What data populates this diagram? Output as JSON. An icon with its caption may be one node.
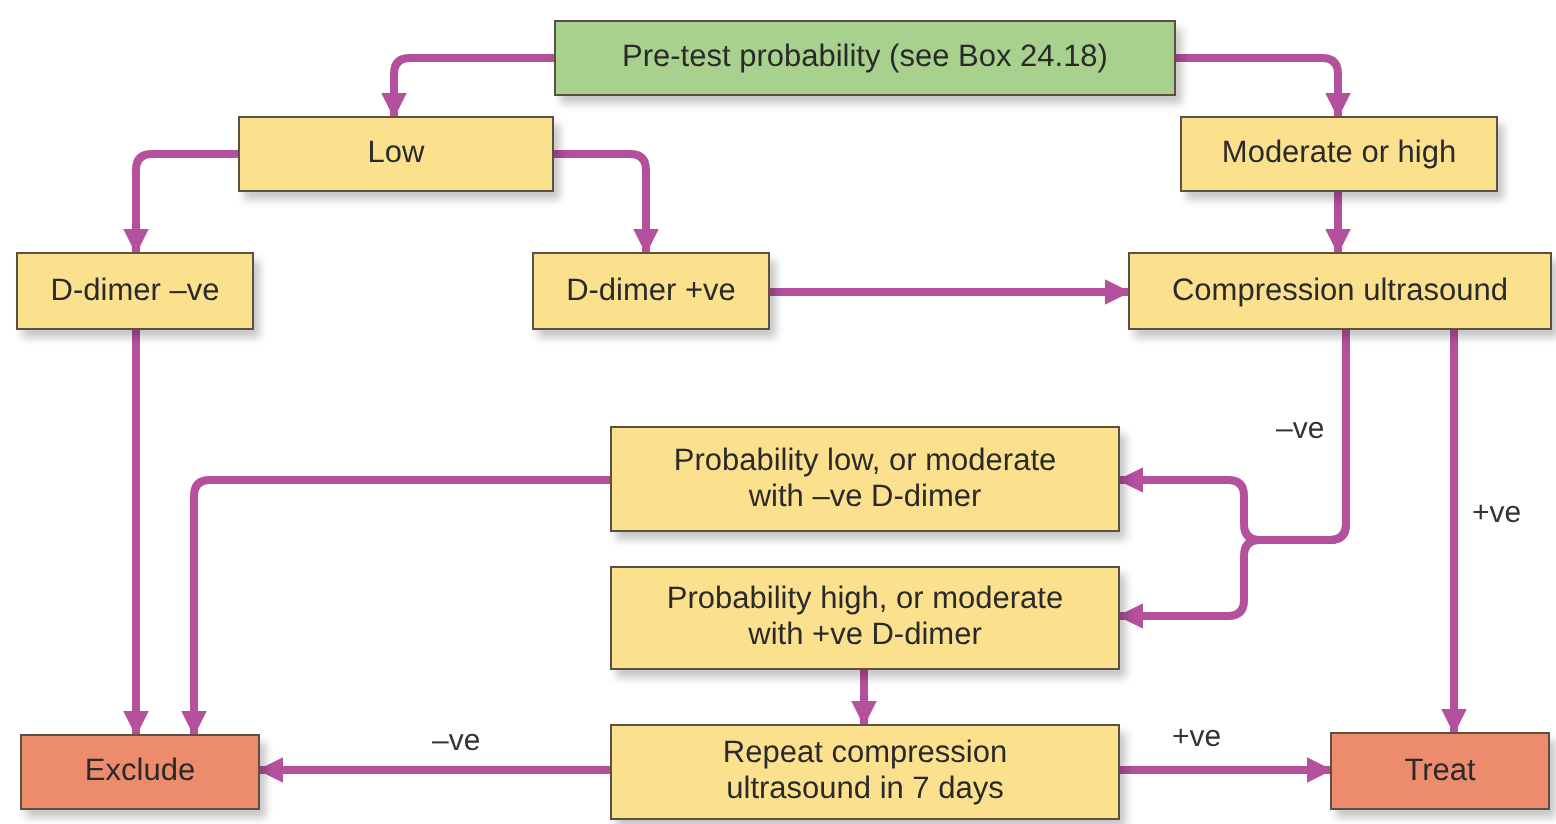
{
  "diagram": {
    "nodes": [
      {
        "text": [
          "Pre-test probability (see Box 24.18)"
        ]
      },
      {
        "text": [
          "Low"
        ]
      },
      {
        "text": [
          "Moderate or high"
        ]
      },
      {
        "text": [
          "D-dimer –ve"
        ]
      },
      {
        "text": [
          "D-dimer +ve"
        ]
      },
      {
        "text": [
          "Compression ultrasound"
        ]
      },
      {
        "text": [
          "Probability low, or moderate with –ve D-dimer"
        ]
      },
      {
        "text": [
          "Probability high, or moderate with +ve D-dimer"
        ]
      },
      {
        "text": [
          "Exclude"
        ]
      },
      {
        "text": [
          "Repeat compression ultrasound in 7 days"
        ]
      },
      {
        "text": [
          "Treat"
        ]
      }
    ],
    "edges": [
      {
        "from": 0,
        "to": 1,
        "arrow": "to"
      },
      {
        "from": 0,
        "to": 2,
        "arrow": "to"
      },
      {
        "from": 1,
        "to": 3,
        "arrow": "to"
      },
      {
        "from": 1,
        "to": 4,
        "arrow": "to"
      },
      {
        "from": 2,
        "to": 5,
        "arrow": "to"
      },
      {
        "from": 4,
        "to": 5,
        "arrow": "to"
      },
      {
        "from": 3,
        "to": 8,
        "arrow": "to"
      },
      {
        "from": 5,
        "to": 6,
        "arrow": "to",
        "label": "–ve"
      },
      {
        "from": 5,
        "to": 7,
        "arrow": "to"
      },
      {
        "from": 5,
        "to": 10,
        "arrow": "to",
        "label": "+ve"
      },
      {
        "from": 6,
        "to": 8,
        "arrow": "to"
      },
      {
        "from": 7,
        "to": 9,
        "arrow": "to"
      },
      {
        "from": 9,
        "to": 8,
        "arrow": "to",
        "label": "–ve"
      },
      {
        "from": 9,
        "to": 10,
        "arrow": "to",
        "label": "+ve"
      }
    ]
  }
}
